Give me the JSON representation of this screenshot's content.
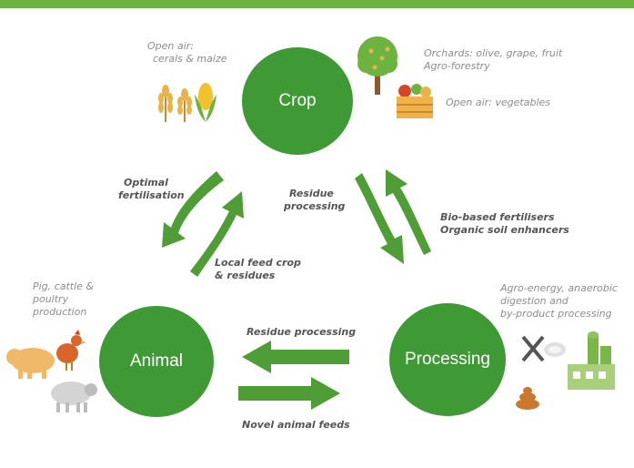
{
  "colors": {
    "green": "#3f9a35",
    "arrow_green": "#4e9d36",
    "top_bar": "#6cb33f"
  },
  "nodes": {
    "crop": "Crop",
    "animal": "Animal",
    "processing": "Processing"
  },
  "crop_labels": {
    "open_air_line1": "Open air:",
    "open_air_line2": "cerals & maize",
    "orchards_line1": "Orchards: olive, grape, fruit",
    "orchards_line2": "Agro-forestry",
    "vegetables": "Open air: vegetables"
  },
  "animal_labels": {
    "line1": "Pig, cattle &",
    "line2": "poultry",
    "line3": "production"
  },
  "processing_labels": {
    "line1": "Agro-energy, anaerobic",
    "line2": "digestion and",
    "line3": "by-product processing"
  },
  "flows": {
    "optimal_line1": "Optimal",
    "optimal_line2": "fertilisation",
    "local_feed_line1": "Local feed crop",
    "local_feed_line2": "& residues",
    "residue_crop_line1": "Residue",
    "residue_crop_line2": "processing",
    "biobased_line1": "Bio-based fertilisers",
    "biobased_line2": "Organic soil enhancers",
    "residue_processing": "Residue processing",
    "novel_feeds": "Novel animal feeds"
  },
  "icons": [
    "wheat-icon",
    "corn-icon",
    "tree-icon",
    "vegetable-crate-icon",
    "pig-icon",
    "chicken-icon",
    "sheep-icon",
    "fork-knife-icon",
    "plate-icon",
    "biogas-plant-icon",
    "manure-icon"
  ]
}
